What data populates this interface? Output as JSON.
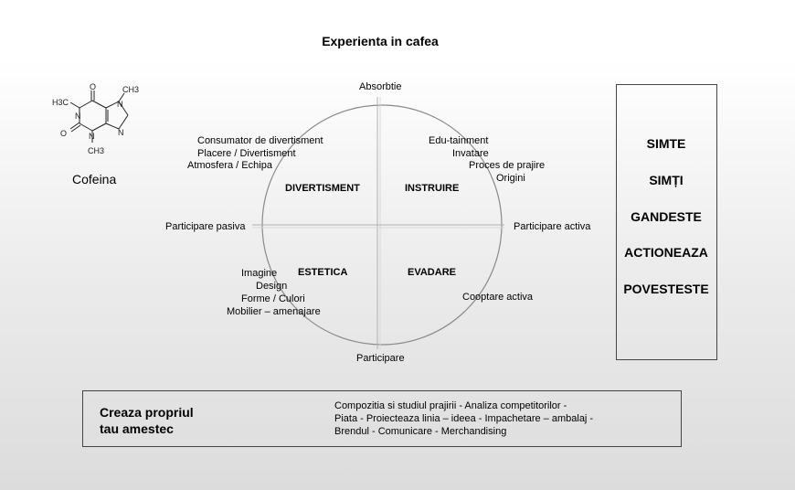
{
  "title": "Experienta in cafea",
  "molecule": {
    "caption": "Cofeina",
    "atoms": {
      "ch3_left": "H3C",
      "ch3_top": "CH3",
      "ch3_bottom": "CH3",
      "o_top": "O",
      "o_left": "O",
      "n1": "N",
      "n3": "N",
      "n7": "N",
      "n9": "N"
    }
  },
  "axes": {
    "top": "Absorbtie",
    "bottom": "Participare",
    "left": "Participare pasiva",
    "right": "Participare activa"
  },
  "quadrants": {
    "top_left": {
      "name": "DIVERTISMENT",
      "items": [
        "Consumator de divertisment",
        "Placere / Divertisment",
        "Atmosfera / Echipa"
      ]
    },
    "top_right": {
      "name": "INSTRUIRE",
      "items": [
        "Edu-tainment",
        "Invatare",
        "Proces de prajire",
        "Origini"
      ]
    },
    "bottom_left": {
      "name": "ESTETICA",
      "items": [
        "Imagine",
        "Design",
        "Forme / Culori",
        "Mobilier – amenajare"
      ]
    },
    "bottom_right": {
      "name": "EVADARE",
      "items": [
        "Cooptare activa"
      ]
    }
  },
  "side_panel": {
    "items": [
      "SIMTE",
      "SIMȚI",
      "GANDESTE",
      "ACTIONEAZA",
      "POVESTESTE"
    ]
  },
  "bottom_panel": {
    "title_line1": "Creaza propriul",
    "title_line2": "tau amestec",
    "desc_line1": "Compozitia si studiul prajirii - Analiza competitorilor -",
    "desc_line2": "Piata  - Proiecteaza linia – ideea - Impachetare – ambalaj -",
    "desc_line3": "Brendul - Comunicare - Merchandising"
  }
}
